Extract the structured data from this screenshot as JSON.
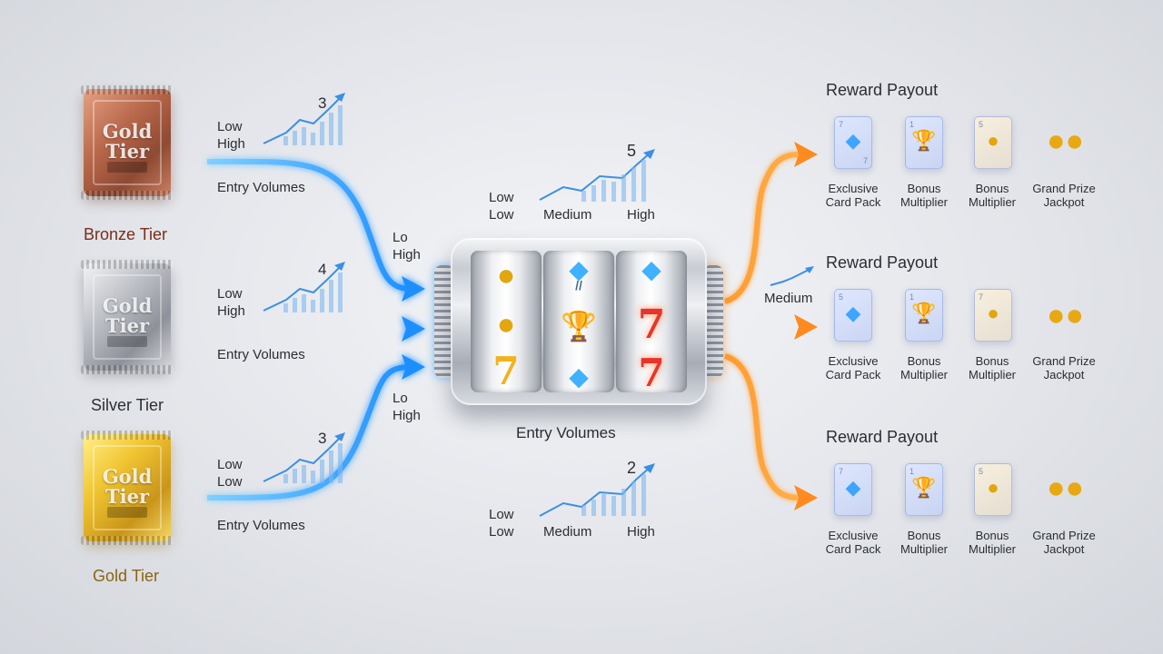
{
  "tiers": [
    {
      "pack_text": "Gold Tier",
      "label": "Bronze Tier",
      "label_color": "#7a2e1a",
      "rate_low": "Low",
      "rate_high": "High",
      "count": "3",
      "entry_label": "Entry Volumes",
      "near_low": "",
      "near_high": ""
    },
    {
      "pack_text": "Gold Tier",
      "label": "Silver Tier",
      "label_color": "#2b2f36",
      "rate_low": "Low",
      "rate_high": "High",
      "count": "4",
      "entry_label": "Entry Volumes",
      "near_low": "Lo",
      "near_high": "High"
    },
    {
      "pack_text": "Gold Tier",
      "label": "Gold Tier",
      "label_color": "#8a6510",
      "rate_low": "Low",
      "rate_high": "Low",
      "count": "3",
      "entry_label": "Entry Volumes",
      "near_low": "Lo",
      "near_high": "High"
    }
  ],
  "machine": {
    "top_meter": {
      "count": "5",
      "left1": "Low",
      "left2": "Low",
      "mid": "Medium",
      "right": "High"
    },
    "label": "Entry Volumes",
    "bottom_meter": {
      "count": "2",
      "left1": "Low",
      "left2": "Low",
      "mid": "Medium",
      "right": "High"
    },
    "reels": [
      [
        "coins",
        "coins",
        "seven-gold"
      ],
      [
        "diamond",
        "trophy",
        "diamond"
      ],
      [
        "diamond",
        "seven-red",
        "seven-red"
      ]
    ],
    "reel_glyphs": {
      "diamond": "◆",
      "trophy": "🏆",
      "coins": "●",
      "seven": "7",
      "bars": "//"
    }
  },
  "outputs": [
    {
      "title": "Reward Payout",
      "side_label": "",
      "rewards": [
        {
          "label": "Exclusive Card Pack",
          "icon": "diamond-card-icon",
          "num": "7"
        },
        {
          "label": "Bonus Multiplier",
          "icon": "trophy-card-icon",
          "num": "1"
        },
        {
          "label": "Bonus Multiplier",
          "icon": "coins-card-icon",
          "num": "5"
        },
        {
          "label": "Grand Prize Jackpot",
          "icon": "gold-coins-icon",
          "num": ""
        }
      ]
    },
    {
      "title": "Reward Payout",
      "side_label": "Medium",
      "rewards": [
        {
          "label": "Exclusive Card Pack",
          "icon": "diamond-card-icon",
          "num": "5"
        },
        {
          "label": "Bonus Multiplier",
          "icon": "trophy-card-icon",
          "num": "1"
        },
        {
          "label": "Bonus Multiplier",
          "icon": "coins-card-icon",
          "num": "7"
        },
        {
          "label": "Grand Prize Jackpot",
          "icon": "gold-coins-icon",
          "num": ""
        }
      ]
    },
    {
      "title": "Reward Payout",
      "side_label": "",
      "rewards": [
        {
          "label": "Exclusive Card Pack",
          "icon": "diamond-card-icon",
          "num": "7"
        },
        {
          "label": "Bonus Multiplier",
          "icon": "trophy-card-icon",
          "num": "1"
        },
        {
          "label": "Bonus Multiplier",
          "icon": "coins-card-icon",
          "num": "5"
        },
        {
          "label": "Grand Prize Jackpot",
          "icon": "gold-coins-icon",
          "num": ""
        }
      ]
    }
  ],
  "colors": {
    "input_flow": "#2aa3ff",
    "output_flow": "#ff8a1f",
    "chart_line": "#3b8fe6"
  }
}
